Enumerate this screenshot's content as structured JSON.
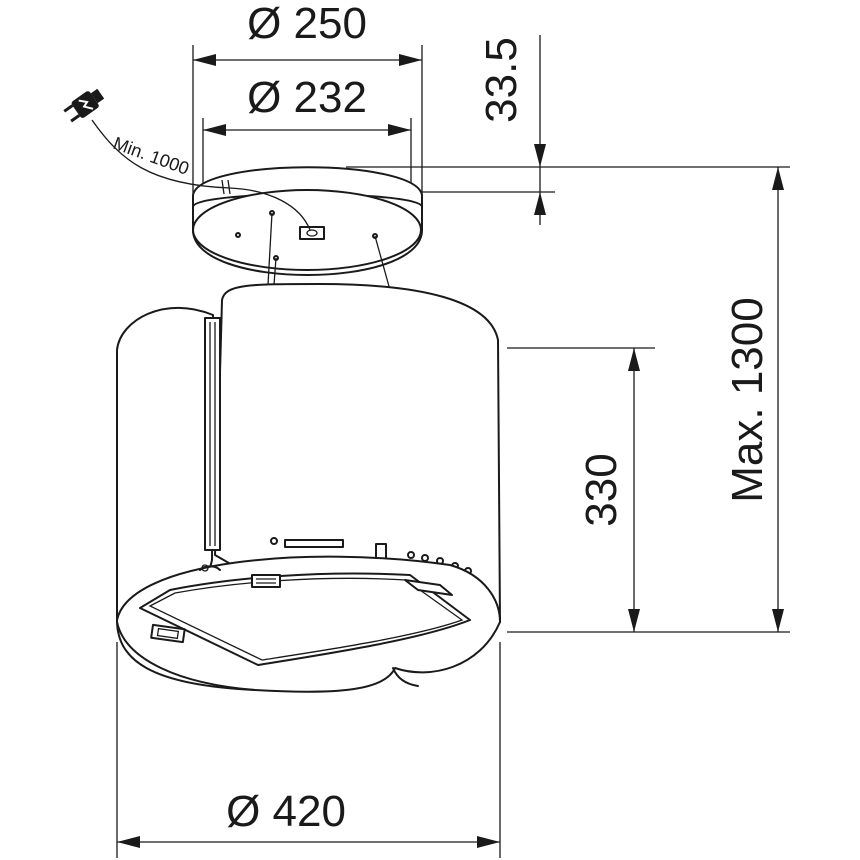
{
  "dimensions": {
    "top_outer_diameter": "Ø 250",
    "top_inner_diameter": "Ø 232",
    "canopy_height": "33.5",
    "cable_length": "Min. 1000",
    "body_height": "330",
    "max_height": "Max. 1300",
    "body_diameter": "Ø 420"
  },
  "icons": {
    "plug": "power-plug-icon"
  },
  "colors": {
    "line": "#1a1a1a",
    "background": "#ffffff"
  }
}
